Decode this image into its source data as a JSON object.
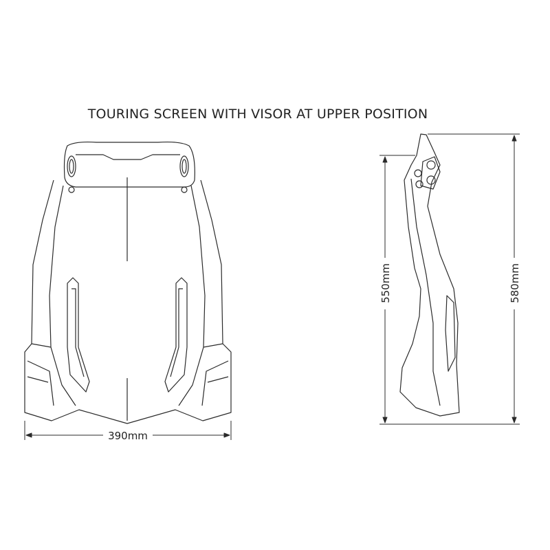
{
  "title": "TOURING SCREEN WITH VISOR AT UPPER POSITION",
  "dimensions": {
    "width": "390mm",
    "height_screen": "550mm",
    "height_total": "580mm"
  },
  "colors": {
    "line": "#2a2a2a",
    "background": "#ffffff"
  }
}
